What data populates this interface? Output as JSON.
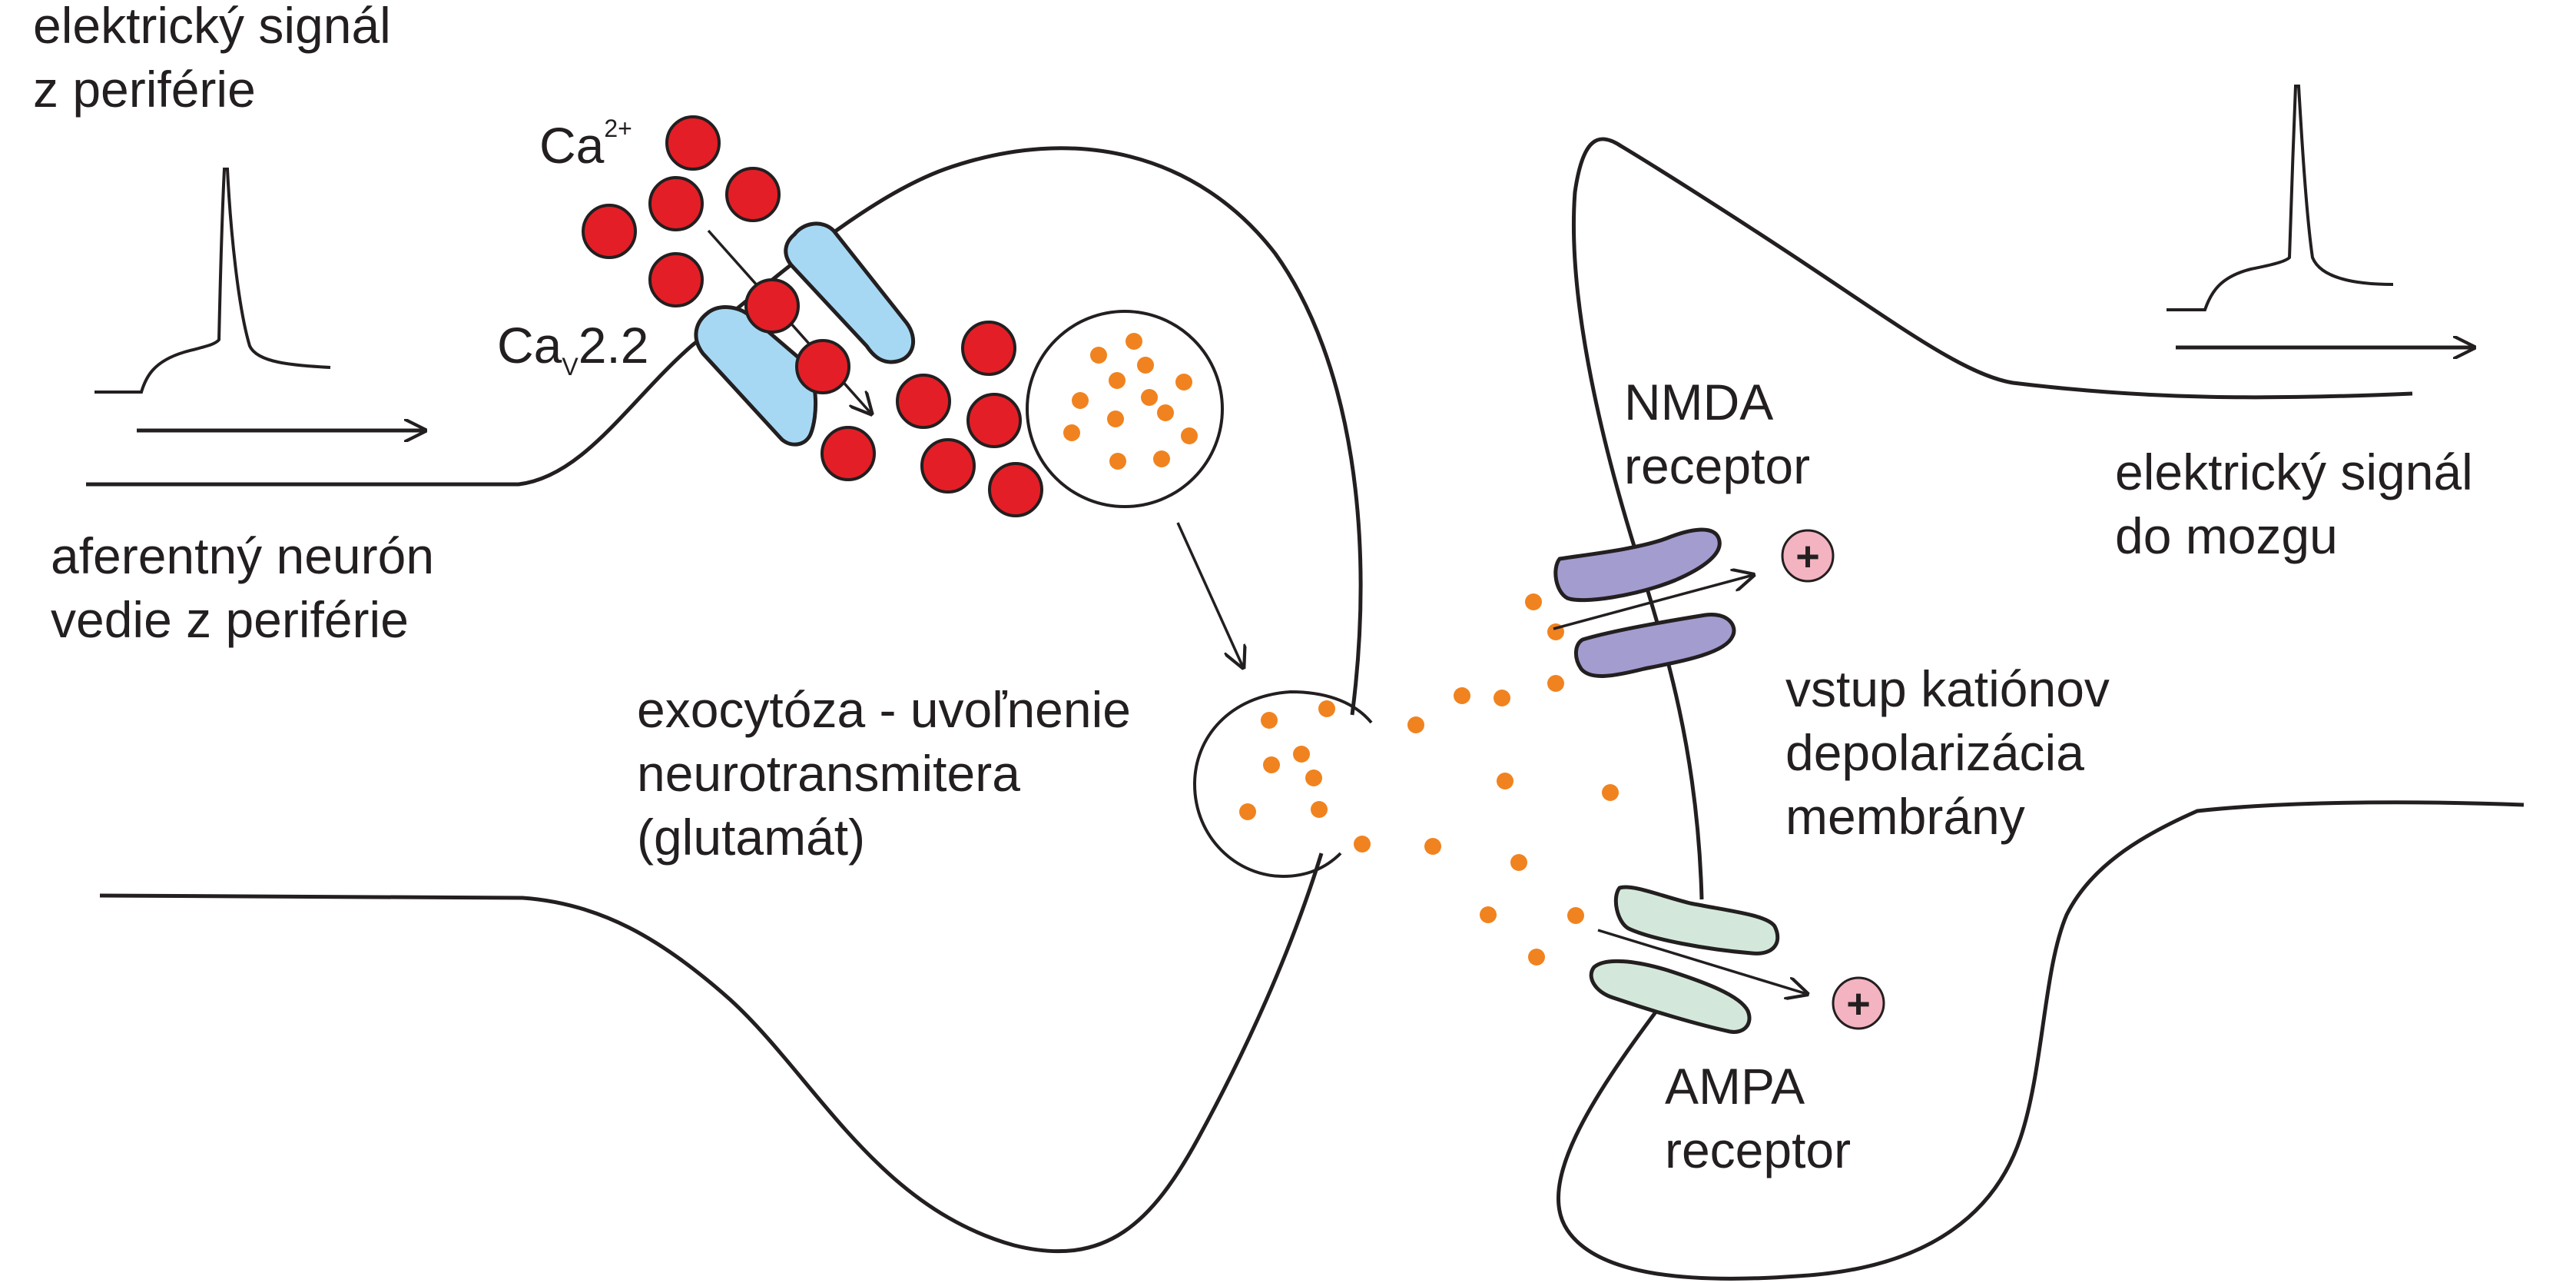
{
  "colors": {
    "outline": "#231f20",
    "calcium": "#e41e26",
    "cav_channel": "#a6d8f4",
    "neurotransmitter": "#f0831f",
    "nmda": "#a39ccf",
    "ampa": "#d3e8da",
    "cation": "#f4b3c0"
  },
  "labels": {
    "signal_from_periphery": [
      "elektrický signál",
      "z periférie"
    ],
    "afferent_neuron": [
      "aferentný neurón",
      "vedie z periférie"
    ],
    "calcium_ion": {
      "base": "Ca",
      "sup": "2+"
    },
    "cav_channel": {
      "base": "Ca",
      "sub": "V",
      "suffix": "2.2"
    },
    "exocytosis": [
      "exocytóza - uvoľnenie",
      "neurotransmitera",
      "(glutamát)"
    ],
    "nmda_receptor": [
      "NMDA",
      "receptor"
    ],
    "ampa_receptor": [
      "AMPA",
      "receptor"
    ],
    "cation_entry": [
      "vstup katiónov",
      "depolarizácia",
      "membrány"
    ],
    "signal_to_brain": [
      "elektrický signál",
      "do mozgu"
    ],
    "plus_sign": "+"
  },
  "icons": [
    "calcium-ion-dot",
    "neurotransmitter-dot",
    "vesicle",
    "cav2-2-channel",
    "nmda-receptor",
    "ampa-receptor",
    "cation-plus-icon",
    "action-potential-trace",
    "signal-direction-arrow"
  ]
}
